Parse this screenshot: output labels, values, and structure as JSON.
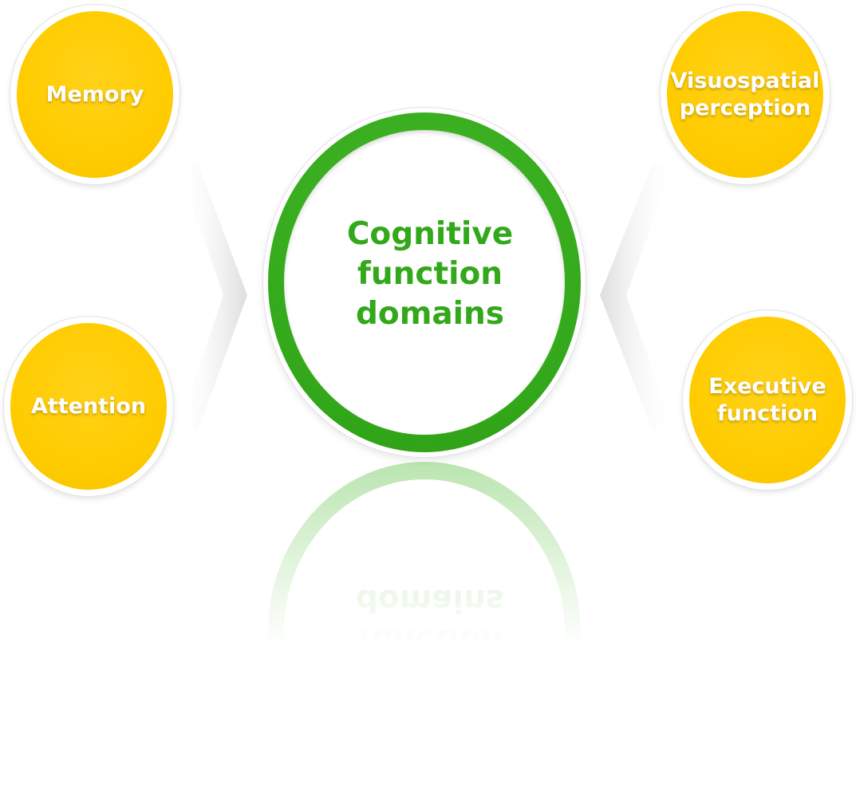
{
  "diagram": {
    "center": {
      "label": "Cognitive\nfunction\ndomains",
      "color": "#33a81a"
    },
    "satellites": {
      "memory": {
        "label": "Memory"
      },
      "attention": {
        "label": "Attention"
      },
      "visuospatial": {
        "label": "Visuospatial\nperception"
      },
      "executive": {
        "label": "Executive\nfunction"
      },
      "color": "#ffcc00"
    }
  }
}
